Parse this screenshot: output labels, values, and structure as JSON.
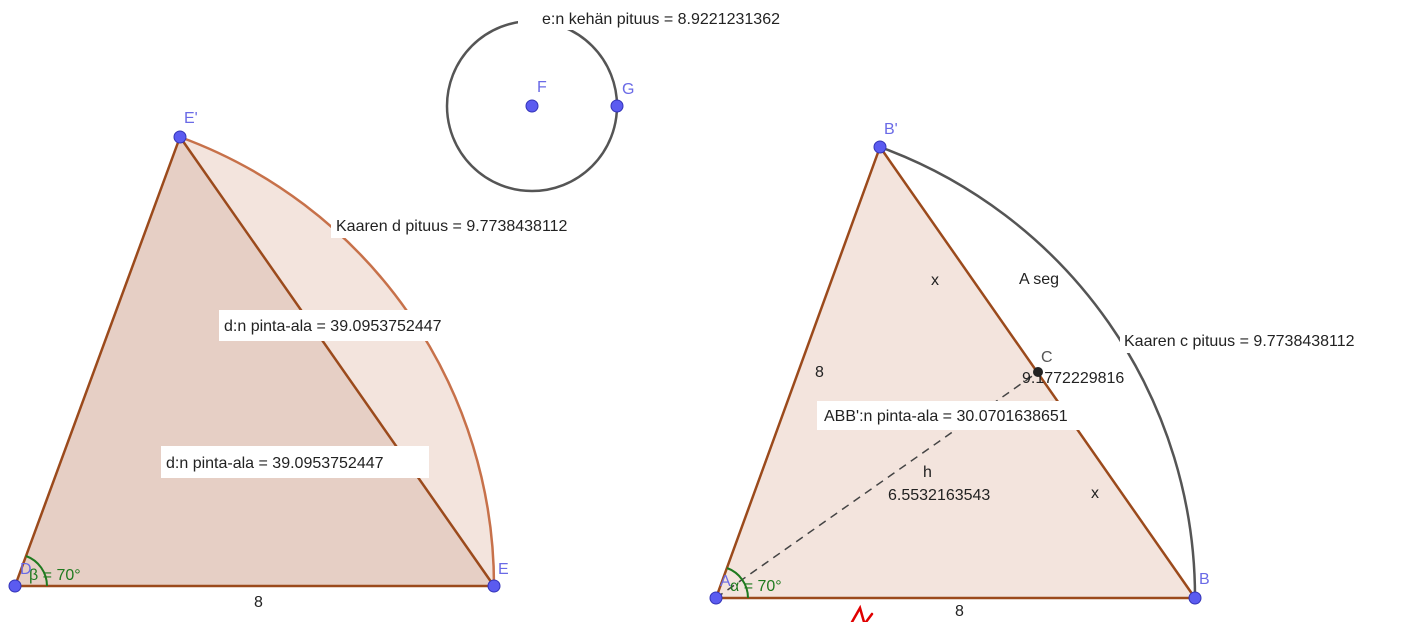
{
  "colors": {
    "edge": "#9b4a1c",
    "fill_dark": "#e6cfc5",
    "fill_light": "#f3e4dd",
    "arc_gray": "#555555",
    "point": "#5b5bf0",
    "point_label": "#6a6ae6",
    "angle": "#1f7a1f",
    "text": "#222222",
    "annotation_red": "#e00000"
  },
  "circle": {
    "caption": "e:n kehän pituus = 8.9221231362",
    "center_label": "F",
    "point_label": "G"
  },
  "left_figure": {
    "apex_label": "E'",
    "left_label": "D",
    "right_label": "E",
    "angle_text": "β = 70°",
    "base_length": "8",
    "arc_caption": "Kaaren d pituus = 9.7738438112",
    "area_caption_1": "d:n pinta-ala = 39.0953752447",
    "area_caption_2": "d:n pinta-ala = 39.0953752447"
  },
  "right_figure": {
    "apex_label": "B'",
    "left_label": "A",
    "right_label": "B",
    "mid_label": "C",
    "angle_text": "α = 70°",
    "base_length": "8",
    "left_side_length": "8",
    "side_x_upper": "x",
    "side_x_lower": "x",
    "segment_label": "A seg",
    "arc_caption": "Kaaren c pituus = 9.7738438112",
    "chord_value": "9.1772229816",
    "area_caption": "ABB':n pinta-ala = 30.0701638651",
    "height_label": "h",
    "height_value": "6.5532163543"
  }
}
